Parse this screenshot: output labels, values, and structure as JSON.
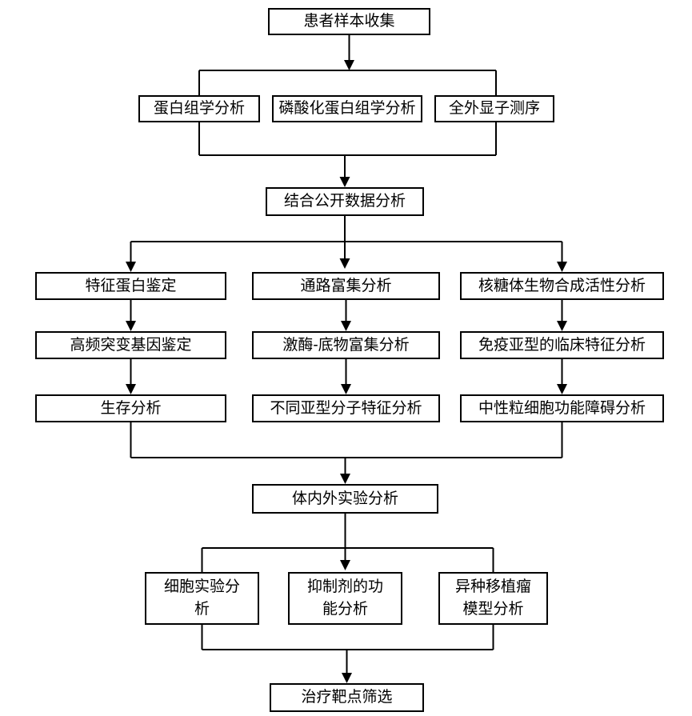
{
  "diagram": {
    "type": "flowchart",
    "language": "zh-CN",
    "colors": {
      "line": "#000000",
      "box_border": "#000000",
      "box_fill": "#ffffff",
      "text": "#000000",
      "background": "#ffffff"
    },
    "nodes": {
      "patient_sample": {
        "label": "患者样本收集"
      },
      "proteomics": {
        "label": "蛋白组学分析"
      },
      "phosphoproteomics": {
        "label": "磷酸化蛋白组学分析"
      },
      "wes": {
        "label": "全外显子测序"
      },
      "public_data": {
        "label": "结合公开数据分析"
      },
      "feature_protein": {
        "label": "特征蛋白鉴定"
      },
      "pathway_enrichment": {
        "label": "通路富集分析"
      },
      "ribosome_activity": {
        "label": "核糖体生物合成活性分析"
      },
      "mutated_genes": {
        "label": "高频突变基因鉴定"
      },
      "kinase_substrate": {
        "label": "激酶-底物富集分析"
      },
      "immune_subtype": {
        "label": "免疫亚型的临床特征分析"
      },
      "survival": {
        "label": "生存分析"
      },
      "subtype_molecular": {
        "label": "不同亚型分子特征分析"
      },
      "neutrophil_dysfunction": {
        "label": "中性粒细胞功能障碍分析"
      },
      "in_vivo_vitro": {
        "label": "体内外实验分析"
      },
      "cell_experiment": {
        "label": "细胞实验分\n析"
      },
      "inhibitor_function": {
        "label": "抑制剂的功\n能分析"
      },
      "xenograft_model": {
        "label": "异种移植瘤\n模型分析"
      },
      "target_screening": {
        "label": "治疗靶点筛选"
      }
    }
  }
}
